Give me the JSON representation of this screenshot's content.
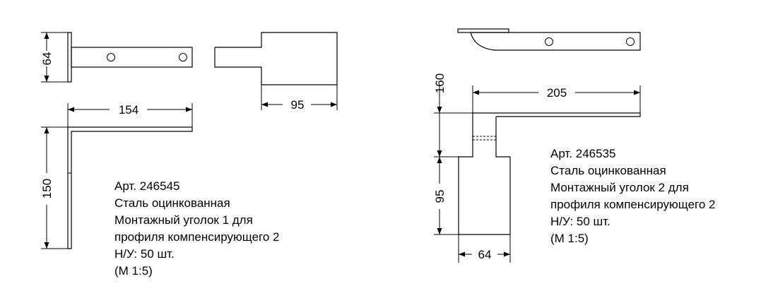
{
  "parts": [
    {
      "id": "part1",
      "dimensions": {
        "width": "64",
        "length": "154",
        "tab": "95",
        "height": "150"
      },
      "notes": [
        "Арт. 246545",
        "Сталь оцинкованная",
        "Монтажный уголок 1 для",
        "профиля компенсирующего 2",
        "Н/У: 50 шт.",
        "(М 1:5)"
      ]
    },
    {
      "id": "part2",
      "dimensions": {
        "length": "205",
        "top": "160",
        "height": "95",
        "width": "64"
      },
      "notes": [
        "Арт. 246535",
        "Сталь оцинкованная",
        "Монтажный уголок 2 для",
        "профиля компенсирующего 2",
        "Н/У: 50 шт.",
        "(М 1:5)"
      ]
    }
  ]
}
